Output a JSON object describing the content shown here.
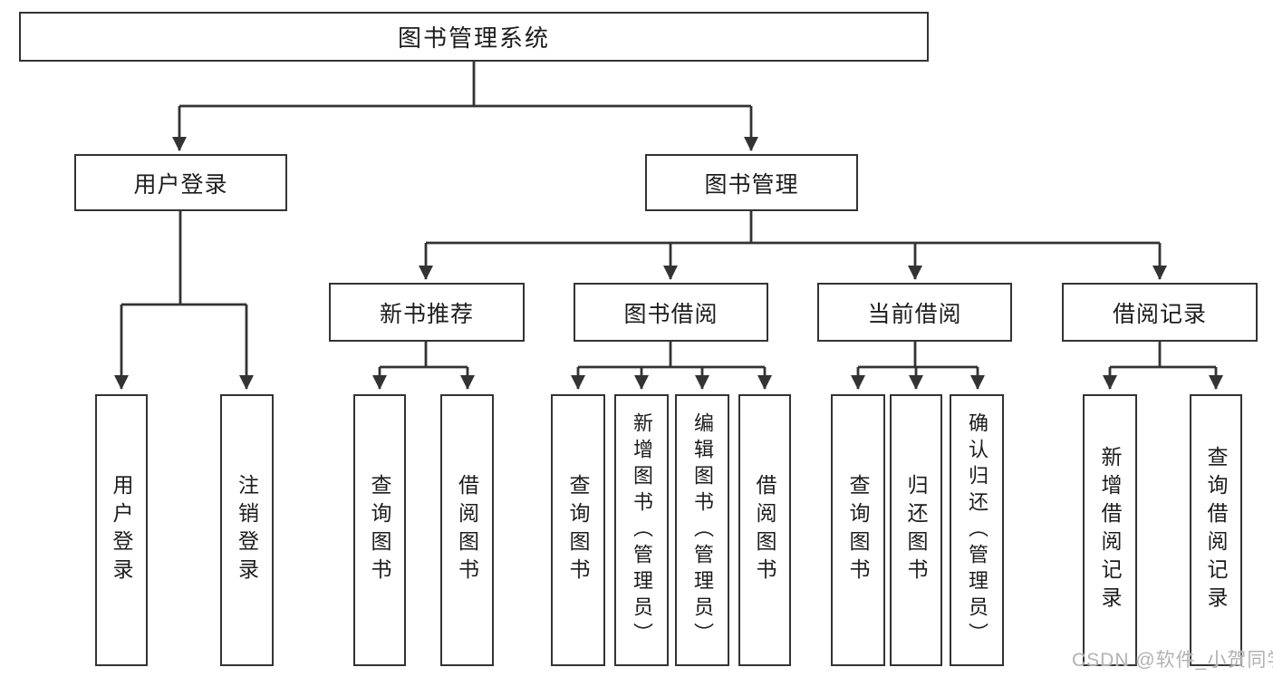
{
  "diagram": {
    "root": "图书管理系统",
    "user_login": {
      "label": "用户登录",
      "children": [
        "用户登录",
        "注销登录"
      ]
    },
    "book_mgmt": {
      "label": "图书管理",
      "sections": [
        {
          "label": "新书推荐",
          "children": [
            "查询图书",
            "借阅图书"
          ]
        },
        {
          "label": "图书借阅",
          "children": [
            "查询图书",
            "新增图书（管理员）",
            "编辑图书（管理员）",
            "借阅图书"
          ]
        },
        {
          "label": "当前借阅",
          "children": [
            "查询图书",
            "归还图书",
            "确认归还（管理员）"
          ]
        },
        {
          "label": "借阅记录",
          "children": [
            "新增借阅记录",
            "查询借阅记录"
          ]
        }
      ]
    }
  },
  "watermark": "CSDN @软件_小贺同学",
  "colors": {
    "line": "#333333",
    "box_border": "#333333",
    "text": "#1c1c1c",
    "background": "#ffffff",
    "watermark": "#b2b2b2"
  }
}
